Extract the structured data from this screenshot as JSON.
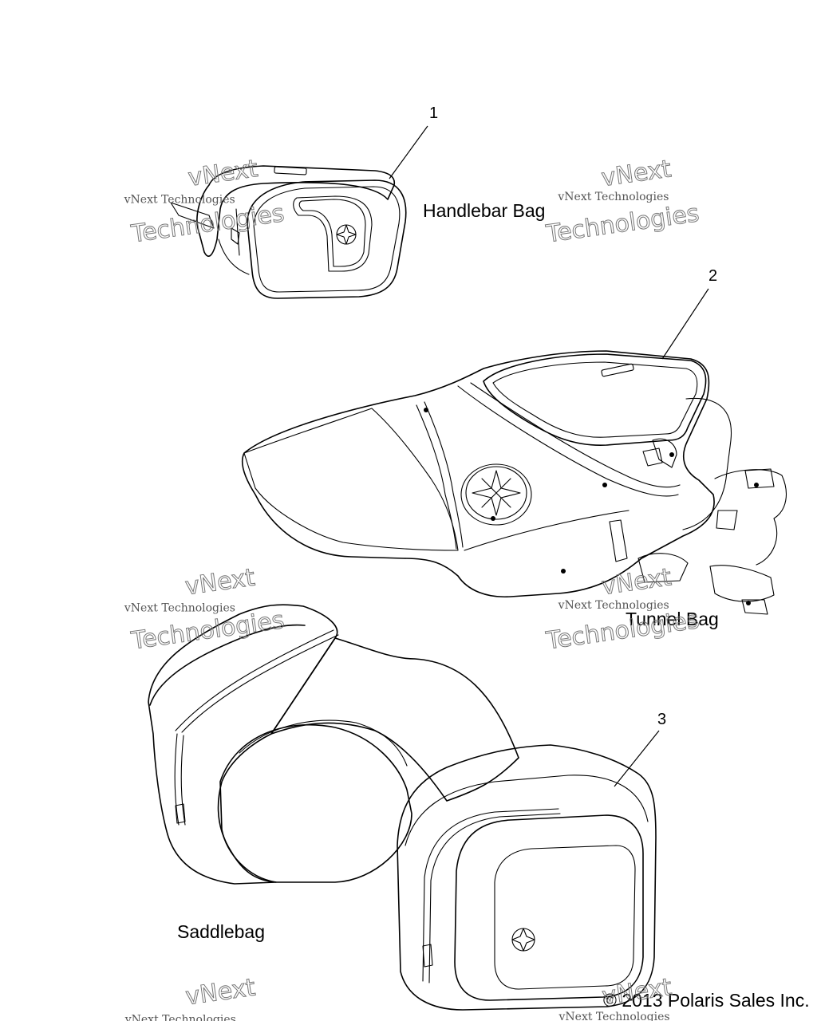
{
  "parts": [
    {
      "number": "1",
      "label": "Handlebar Bag"
    },
    {
      "number": "2",
      "label": "Tunnel Bag"
    },
    {
      "number": "3",
      "label": "Saddlebag"
    }
  ],
  "brand_mark": "POLARIS",
  "copyright": "© 2013 Polaris Sales Inc.",
  "watermark": {
    "line1": "vNext Technologies",
    "line2": "vNext",
    "line3": "Technologies"
  },
  "colors": {
    "line": "#000000",
    "watermark": "#777777",
    "background": "#ffffff"
  }
}
